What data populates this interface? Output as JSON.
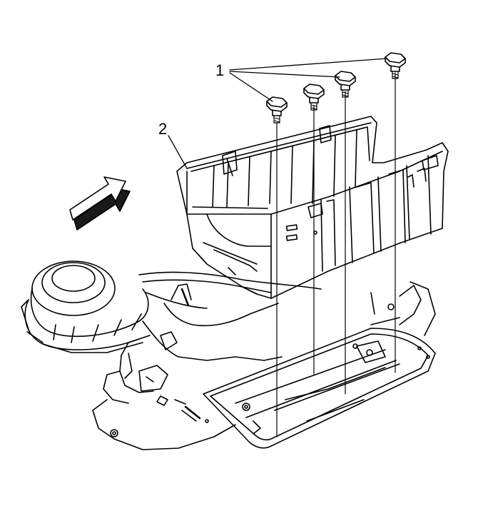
{
  "callouts": [
    {
      "id": "1",
      "text": "1",
      "part": "bolt"
    },
    {
      "id": "2",
      "text": "2",
      "part": "battery-tray"
    }
  ],
  "colors": {
    "line": "#000000",
    "background": "#ffffff",
    "arrow_shadow": "#1a1a1a"
  },
  "icons": {
    "direction": "front-of-vehicle-arrow-icon"
  }
}
